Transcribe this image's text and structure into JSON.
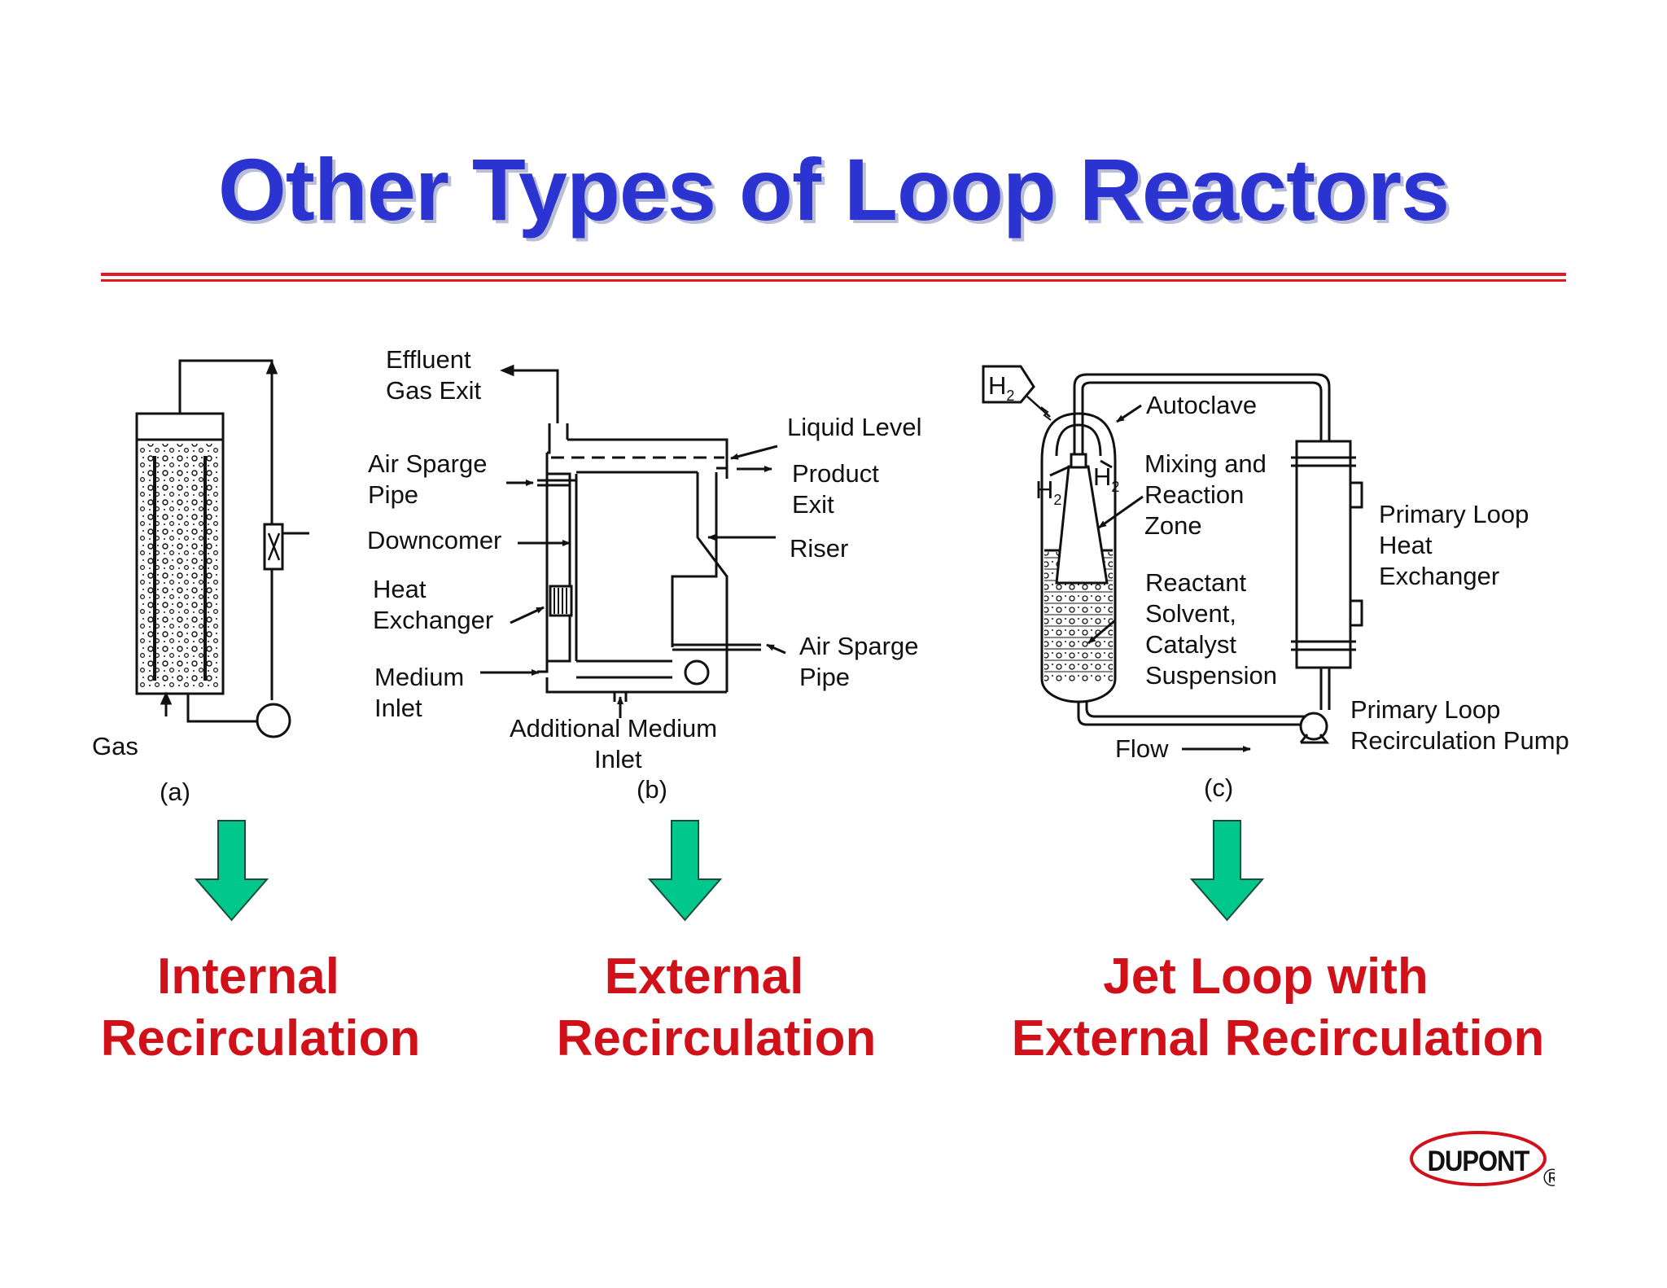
{
  "title": "Other Types of Loop Reactors",
  "colors": {
    "title": "#2b33d0",
    "rule": "#e21b22",
    "caption": "#d0111a",
    "arrow": "#00c88c",
    "logo": "#d0111a"
  },
  "diagram_a": {
    "gas": "Gas",
    "label": "(a)"
  },
  "diagram_b": {
    "effluent_1": "Effluent",
    "effluent_2": "Gas Exit",
    "liquid_level": "Liquid Level",
    "air_sparge_1": "Air Sparge",
    "air_sparge_2": "Pipe",
    "product_1": "Product",
    "product_2": "Exit",
    "downcomer": "Downcomer",
    "riser": "Riser",
    "heat_1": "Heat",
    "heat_2": "Exchanger",
    "air_sparge_r1": "Air Sparge",
    "air_sparge_r2": "Pipe",
    "medium_1": "Medium",
    "medium_2": "Inlet",
    "additional_1": "Additional Medium",
    "additional_2": "Inlet",
    "label": "(b)"
  },
  "diagram_c": {
    "h2": "H",
    "sub2": "2",
    "autoclave": "Autoclave",
    "mixing_1": "Mixing and",
    "mixing_2": "Reaction",
    "mixing_3": "Zone",
    "reactant_1": "Reactant",
    "reactant_2": "Solvent,",
    "reactant_3": "Catalyst",
    "reactant_4": "Suspension",
    "hx_1": "Primary Loop",
    "hx_2": "Heat",
    "hx_3": "Exchanger",
    "pump_1": "Primary Loop",
    "pump_2": "Recirculation Pump",
    "flow": "Flow",
    "label": "(c)"
  },
  "captions": {
    "a_line1": "Internal",
    "a_line2": "Recirculation",
    "b_line1": "External",
    "b_line2": "Recirculation",
    "c_line1": "Jet Loop with",
    "c_line2": "External Recirculation"
  },
  "logo": {
    "text": "DUPONT",
    "mark": "®"
  }
}
